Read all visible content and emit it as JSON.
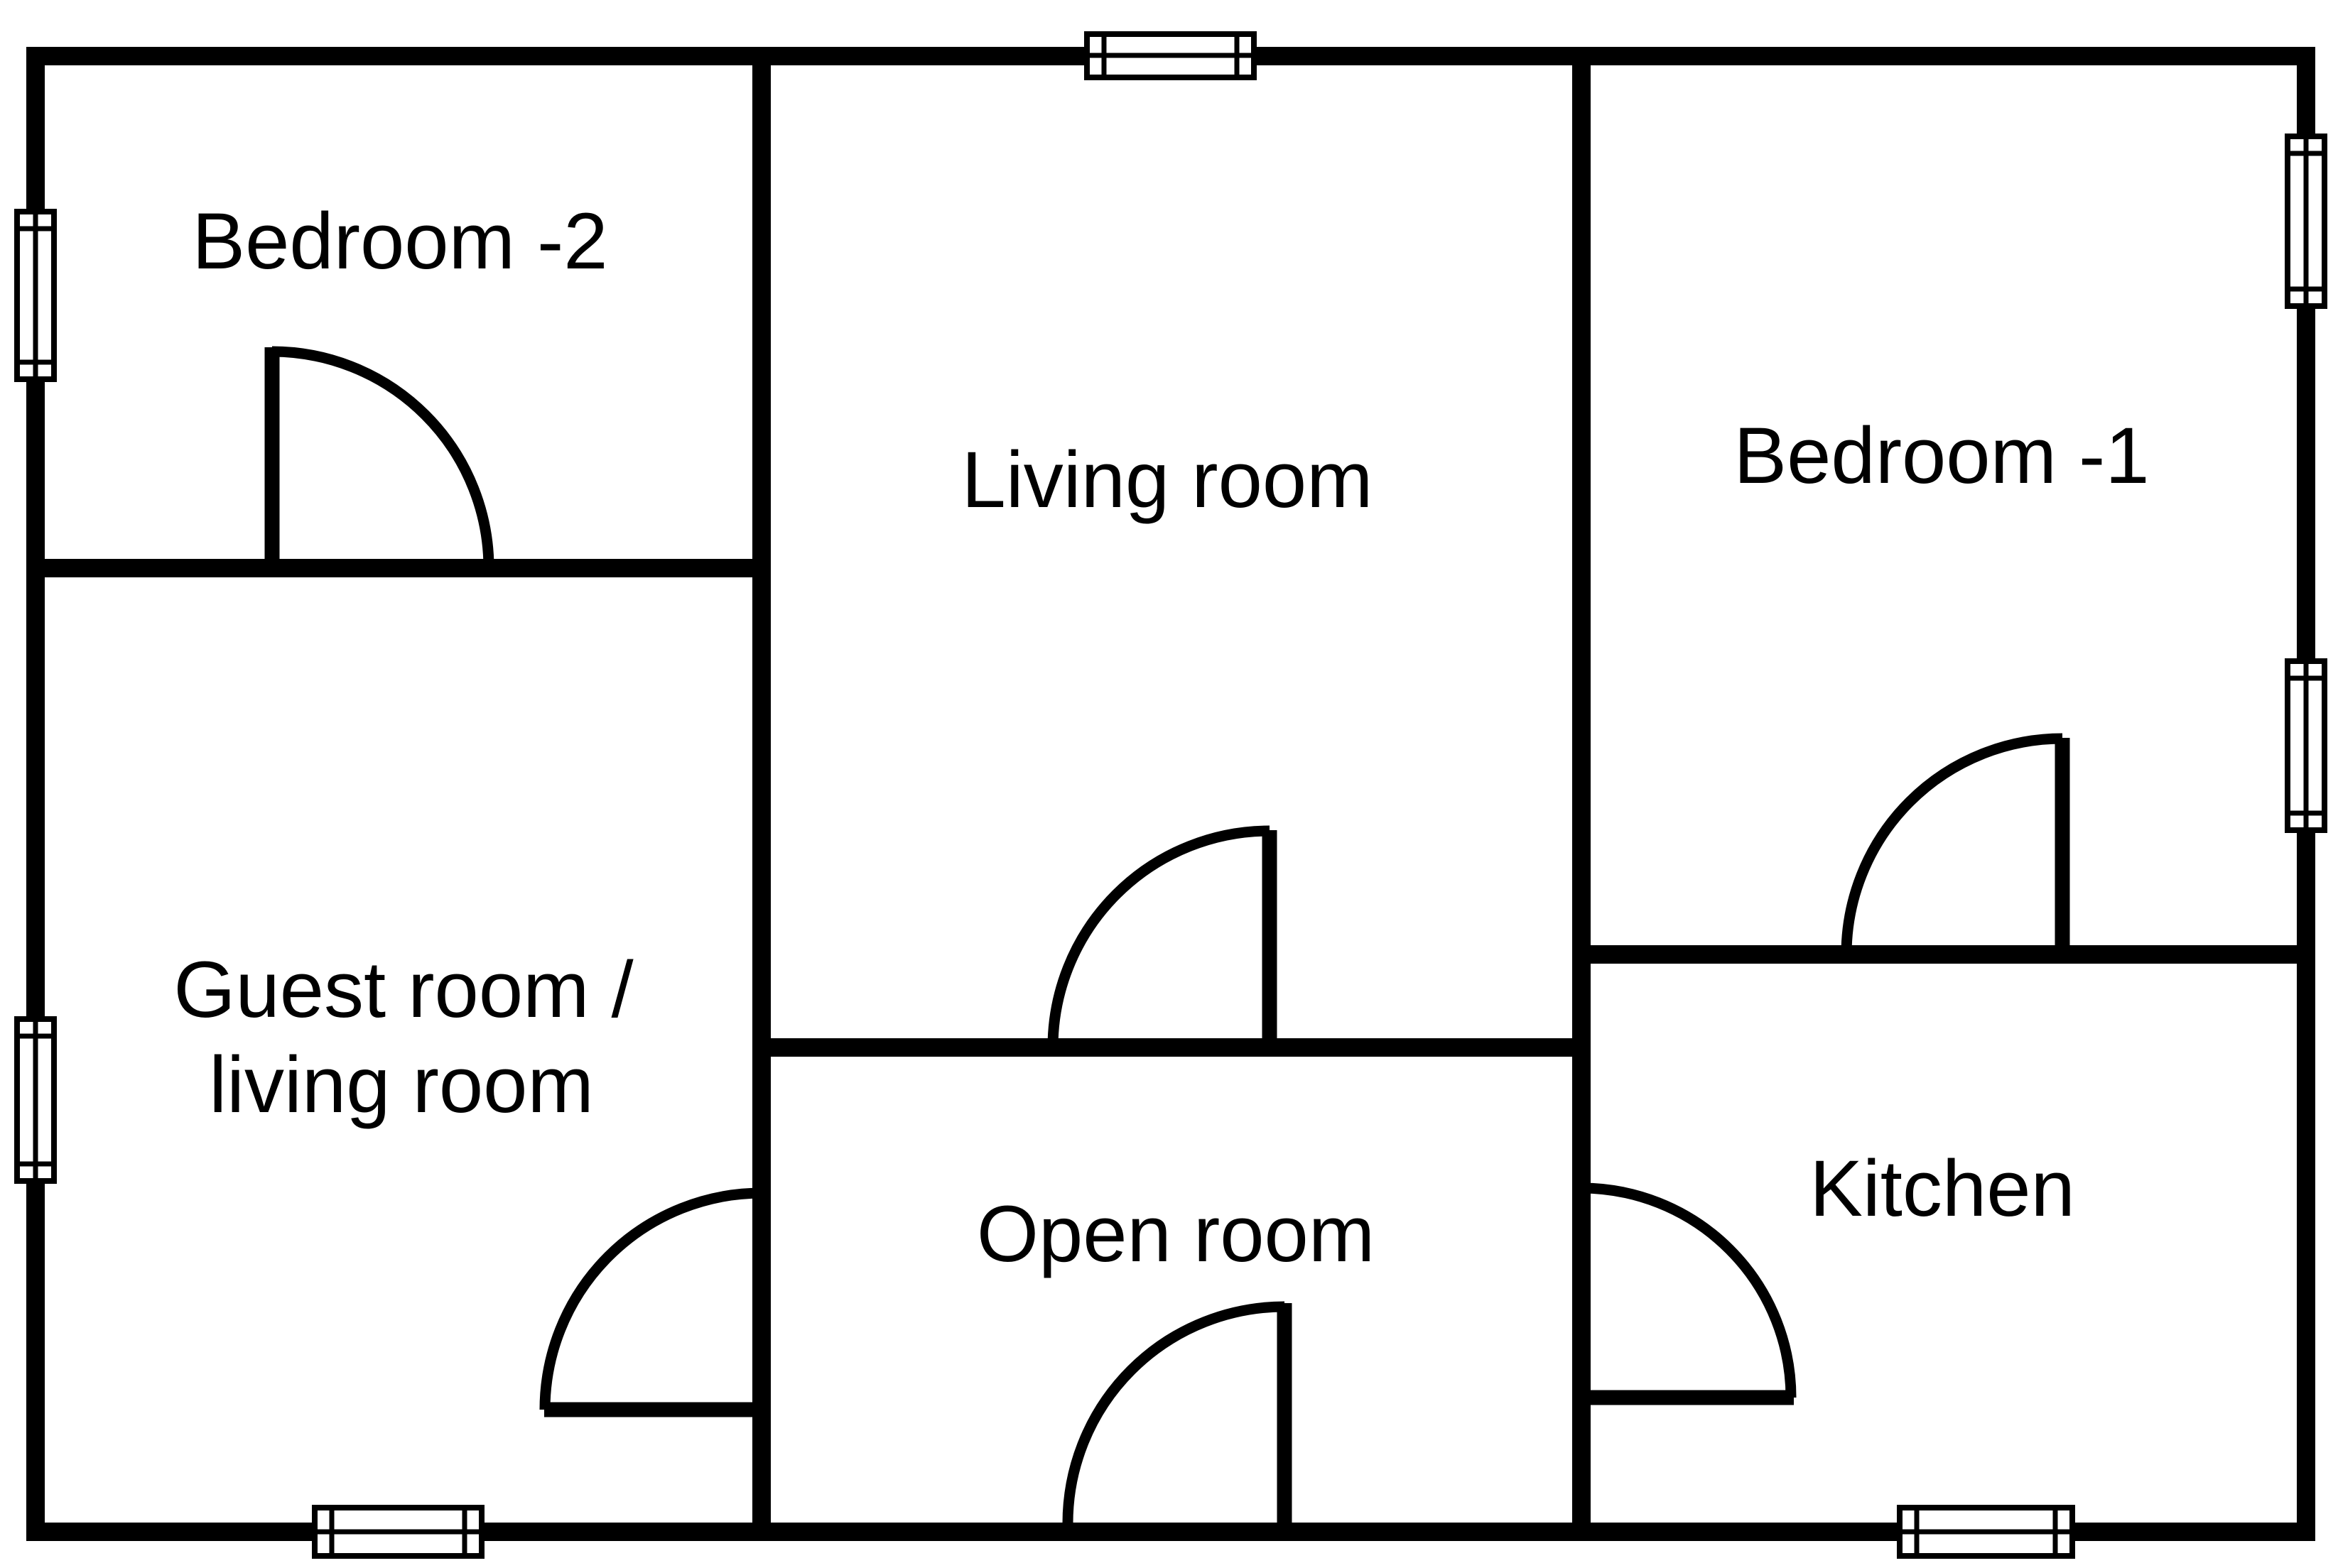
{
  "figure": {
    "type": "floor-plan",
    "background_color": "#ffffff",
    "wall_color": "#000000",
    "text_color": "#000000"
  },
  "rooms": [
    {
      "id": "bedroom-2",
      "label": "Bedroom -2"
    },
    {
      "id": "living-room",
      "label": "Living room"
    },
    {
      "id": "bedroom-1",
      "label": "Bedroom -1"
    },
    {
      "id": "guest-living-room",
      "label_line1": "Guest room /",
      "label_line2": "living room"
    },
    {
      "id": "open-room",
      "label": "Open room"
    },
    {
      "id": "kitchen",
      "label": "Kitchen"
    }
  ],
  "doors": [
    {
      "id": "bedroom-2-door",
      "on_wall": "bedroom2-guestroom-wall",
      "swings_into": "Bedroom -2"
    },
    {
      "id": "living-room-door",
      "on_wall": "livingroom-openroom-wall",
      "swings_into": "Living room"
    },
    {
      "id": "guest-room-door",
      "on_wall": "left-center-wall",
      "swings_into": "Guest room / living room"
    },
    {
      "id": "open-room-door",
      "on_wall": "bottom-outer-wall",
      "swings_into": "Open room"
    },
    {
      "id": "kitchen-door",
      "on_wall": "center-right-wall",
      "swings_into": "Kitchen"
    },
    {
      "id": "bedroom-1-door",
      "on_wall": "bedroom1-kitchen-wall",
      "swings_into": "Bedroom -1"
    }
  ],
  "windows": [
    {
      "id": "top-wall-window",
      "wall": "top-outer-wall"
    },
    {
      "id": "left-wall-upper-window",
      "wall": "left-outer-wall"
    },
    {
      "id": "left-wall-lower-window",
      "wall": "left-outer-wall"
    },
    {
      "id": "right-wall-upper-window",
      "wall": "right-outer-wall"
    },
    {
      "id": "right-wall-mid-window",
      "wall": "right-outer-wall"
    },
    {
      "id": "bottom-wall-left-window",
      "wall": "bottom-outer-wall"
    },
    {
      "id": "bottom-wall-right-window",
      "wall": "bottom-outer-wall"
    }
  ]
}
